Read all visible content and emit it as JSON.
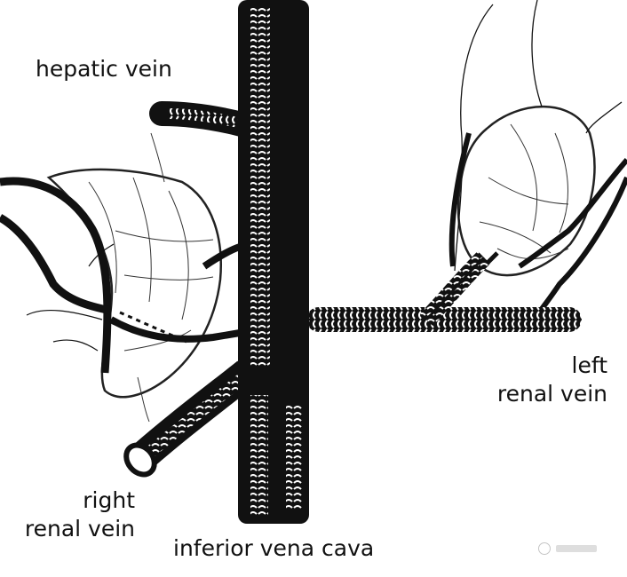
{
  "labels": {
    "hepatic_vein": "hepatic vein",
    "left_renal_vein_line1": "left",
    "left_renal_vein_line2": "renal vein",
    "right_renal_vein_line1": "right",
    "right_renal_vein_line2": "renal vein",
    "inferior_vena_cava": "inferior vena cava"
  },
  "colors": {
    "vessel": "#111111",
    "hatch": "#ffffff",
    "outline": "#222222",
    "background": "#ffffff"
  },
  "icons": {
    "watermark": "watermark-logo-icon"
  }
}
